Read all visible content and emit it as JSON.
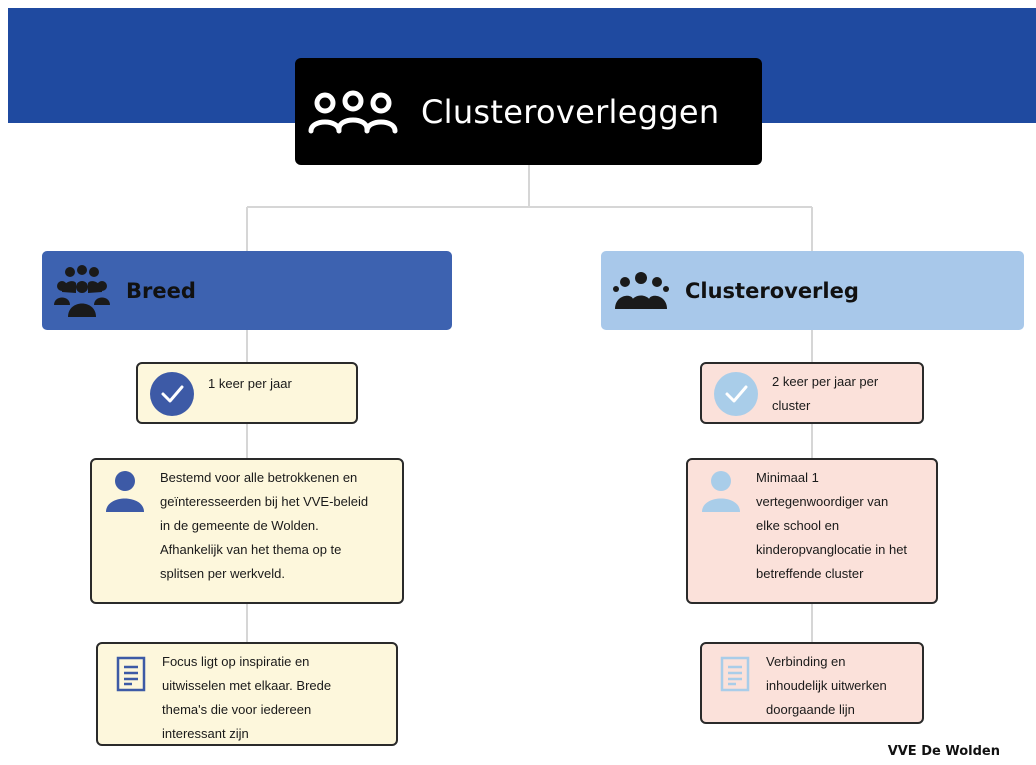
{
  "header": {
    "title": "Clusteroverleggen",
    "icon": "people-group-icon"
  },
  "colors": {
    "banner": "#1f4aa0",
    "breed_header": "#3d62b0",
    "breed_card": "#fdf7dc",
    "breed_icon": "#3d5aa6",
    "cluster_header": "#a8c8ea",
    "cluster_card": "#fbe1da",
    "cluster_icon": "#a9cde9",
    "connector": "#d6d6d6"
  },
  "columns": {
    "breed": {
      "label": "Breed",
      "icon": "crowd-icon",
      "cards": [
        {
          "icon": "check-circle-icon",
          "text": "1 keer per jaar"
        },
        {
          "icon": "person-icon",
          "text": "Bestemd voor alle betrokkenen en\ngeïnteresseerden bij het VVE-beleid\nin de gemeente de Wolden.\nAfhankelijk van het thema op te\nsplitsen per werkveld."
        },
        {
          "icon": "document-icon",
          "text": "Focus ligt op inspiratie en\nuitwisselen met elkaar. Brede\nthema's die voor iedereen\ninteressant zijn"
        }
      ]
    },
    "cluster": {
      "label": "Clusteroverleg",
      "icon": "team-icon",
      "cards": [
        {
          "icon": "check-circle-icon",
          "text": "2 keer per jaar per\ncluster"
        },
        {
          "icon": "person-icon",
          "text": "Minimaal 1\nvertegenwoordiger van\nelke school en\nkinderopvanglocatie in het\nbetreffende cluster"
        },
        {
          "icon": "document-icon",
          "text": "Verbinding en\ninhoudelijk uitwerken\ndoorgaande lijn"
        }
      ]
    }
  },
  "footer": {
    "text": "VVE De Wolden"
  }
}
